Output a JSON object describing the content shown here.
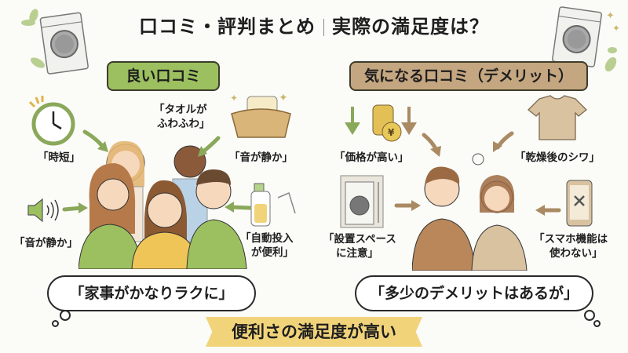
{
  "title": {
    "left": "口コミ・評判まとめ",
    "right": "実際の満足度は？"
  },
  "good": {
    "heading": "良い口コミ",
    "color": "#9cc060",
    "comments": [
      "「時短」",
      "「タオルが",
      "ふわふわ」",
      "「音が静か」",
      "「音が静か」",
      "「自動投入",
      "が便利」"
    ],
    "summary": "「家事がかなりラクに」"
  },
  "bad": {
    "heading": "気になる口コミ（デメリット）",
    "color": "#c4a680",
    "comments": [
      "「価格が高い」",
      "「乾燥後のシワ」",
      "「設置スペース",
      "に注意」",
      "「スマホ機能は",
      "使わない」"
    ],
    "summary": "「多少のデメリットはあるが」"
  },
  "conclusion": {
    "text": "便利さの満足度が高い",
    "color": "#f1d37a"
  },
  "icons": [
    "washing-machine-icon",
    "clock-icon",
    "towel-basket-icon",
    "speaker-icon",
    "detergent-bottle-icon",
    "yen-coins-icon",
    "tshirt-icon",
    "washer-space-icon",
    "smartphone-x-icon"
  ]
}
